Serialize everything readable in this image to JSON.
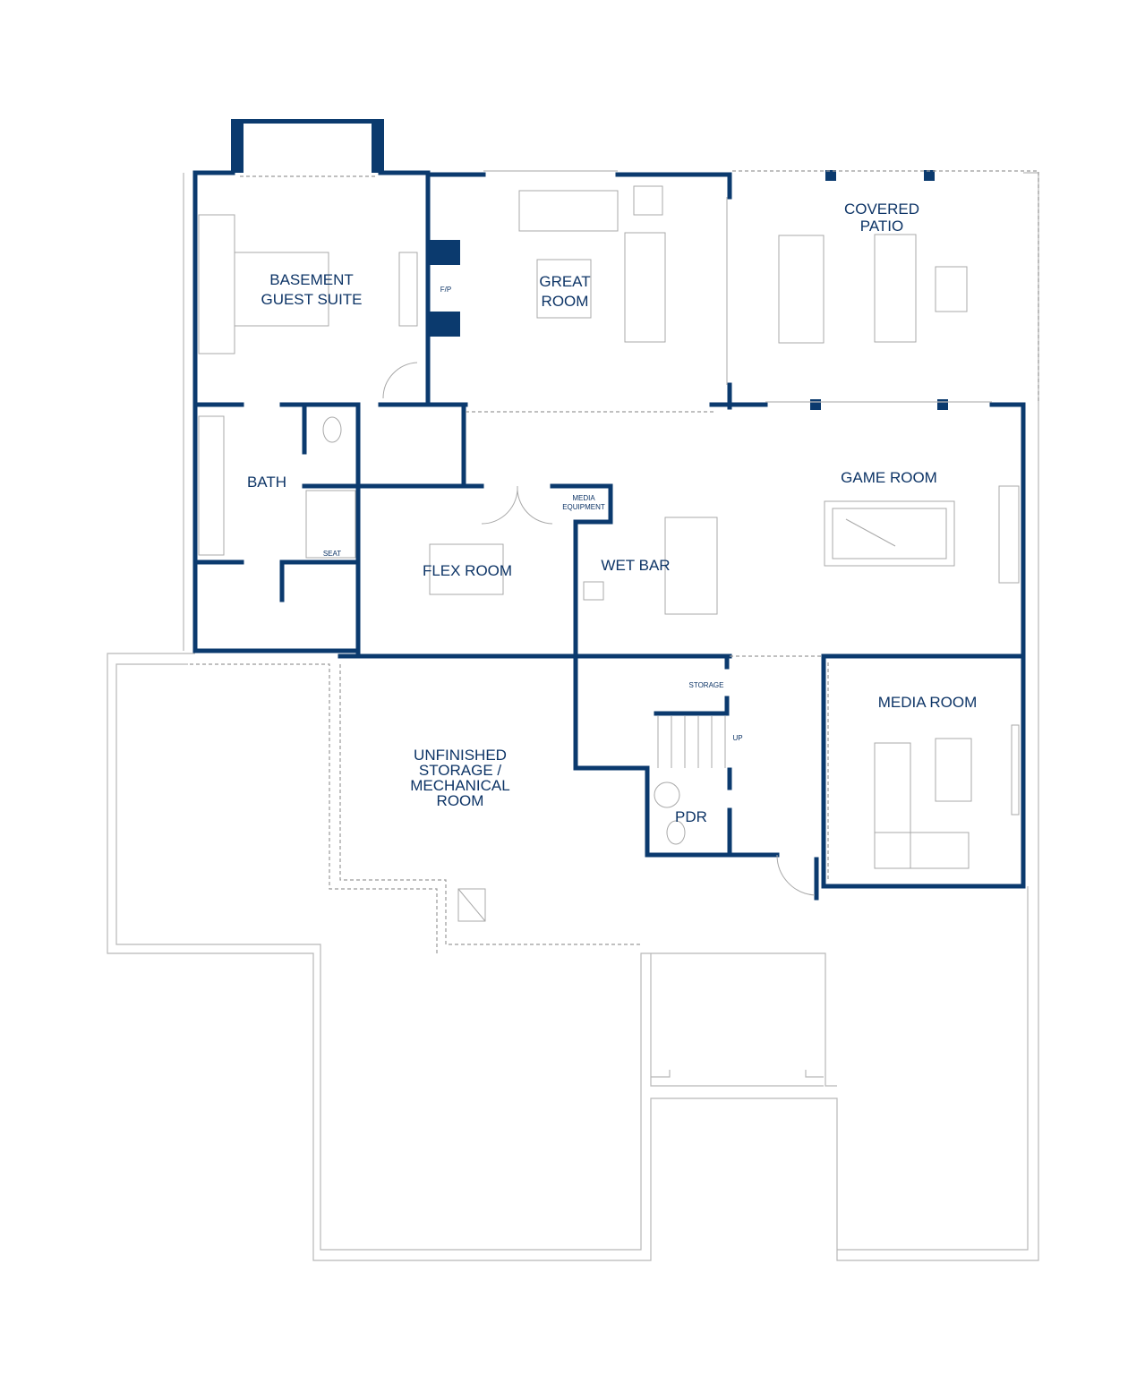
{
  "colors": {
    "wall": "#0b3a6e",
    "label": "#0d3466",
    "outline": "#b8b8b8"
  },
  "rooms": {
    "guest_suite": [
      "BASEMENT",
      "GUEST SUITE"
    ],
    "great_room": [
      "GREAT",
      "ROOM"
    ],
    "covered_patio": [
      "COVERED",
      "PATIO"
    ],
    "game_room": "GAME ROOM",
    "bath": "BATH",
    "flex_room": "FLEX ROOM",
    "wet_bar": "WET BAR",
    "media_equipment": [
      "MEDIA",
      "EQUIPMENT"
    ],
    "media_room": "MEDIA ROOM",
    "unfinished": [
      "UNFINISHED",
      "STORAGE /",
      "MECHANICAL",
      "ROOM"
    ],
    "storage": "STORAGE",
    "pdr": "PDR"
  },
  "small_labels": {
    "fireplace": "F/P",
    "seat": "SEAT",
    "stairs_up": "UP"
  }
}
